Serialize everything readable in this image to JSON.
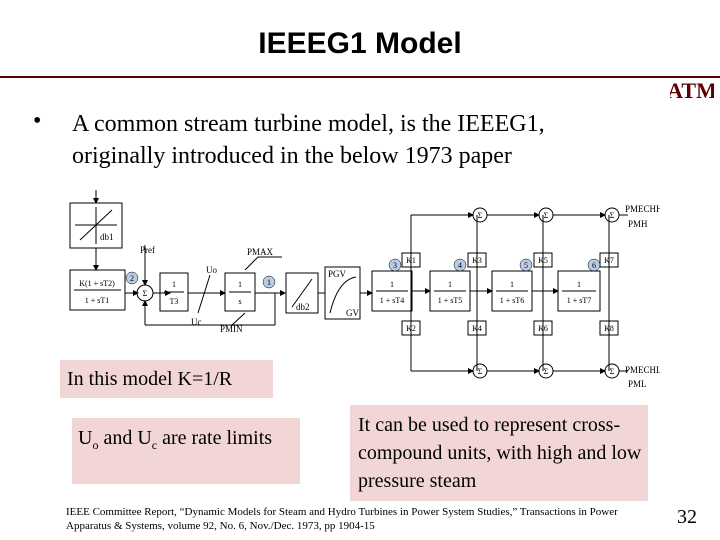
{
  "slide": {
    "title": "IEEEG1 Model",
    "bullet_mark": "•",
    "bullet_line1": "A common stream turbine model, is the IEEEG1,",
    "bullet_line2": "originally introduced in the below 1973 paper",
    "logo_text": "ATM",
    "page_number": "32"
  },
  "diagram": {
    "pref_label": "Pref",
    "pmax_label": "PMAX",
    "pmin_label": "PMIN",
    "uo_label": "Uo",
    "uc_label": "Uc",
    "gain_num": "K(1 + sT2)",
    "gain_den": "1 + sT1",
    "sigma": "Σ",
    "lag_num": "1",
    "lag_den": "T3",
    "int_num": "1",
    "int_den": "s",
    "k1": "K1",
    "k2": "K2",
    "k3": "K3",
    "k4": "K4",
    "k5": "K5",
    "k6": "K6",
    "k7": "K7",
    "k8": "K8",
    "tf4_den": "1 + sT4",
    "tf5_den": "1 + sT5",
    "tf6_den": "1 + sT6",
    "tf7_den": "1 + sT7",
    "one": "1",
    "pmech_hp": "PMECHHP",
    "pm_hp": "PMH",
    "pmech_lp": "PMECHLP",
    "pm_lp": "PML",
    "pgv_label": "PGV",
    "gv_label": "GV",
    "dbi_label": "db1",
    "dbii_label": "db2",
    "node_nums": [
      "2",
      "1",
      "3",
      "4",
      "5",
      "6"
    ]
  },
  "callouts": {
    "k_note": "In this model K=1/R",
    "rate_u1": "U",
    "rate_o": "o",
    "rate_mid": " and U",
    "rate_c": "c",
    "rate_end": " are rate limits",
    "usage": "It can be used to represent cross-compound units, with high and low pressure steam"
  },
  "citation": "IEEE Committee Report, “Dynamic Models for Steam and Hydro Turbines in Power System Studies,” Transactions in Power Apparatus & Systems, volume 92, No. 6, Nov./Dec. 1973, pp 1904-15"
}
